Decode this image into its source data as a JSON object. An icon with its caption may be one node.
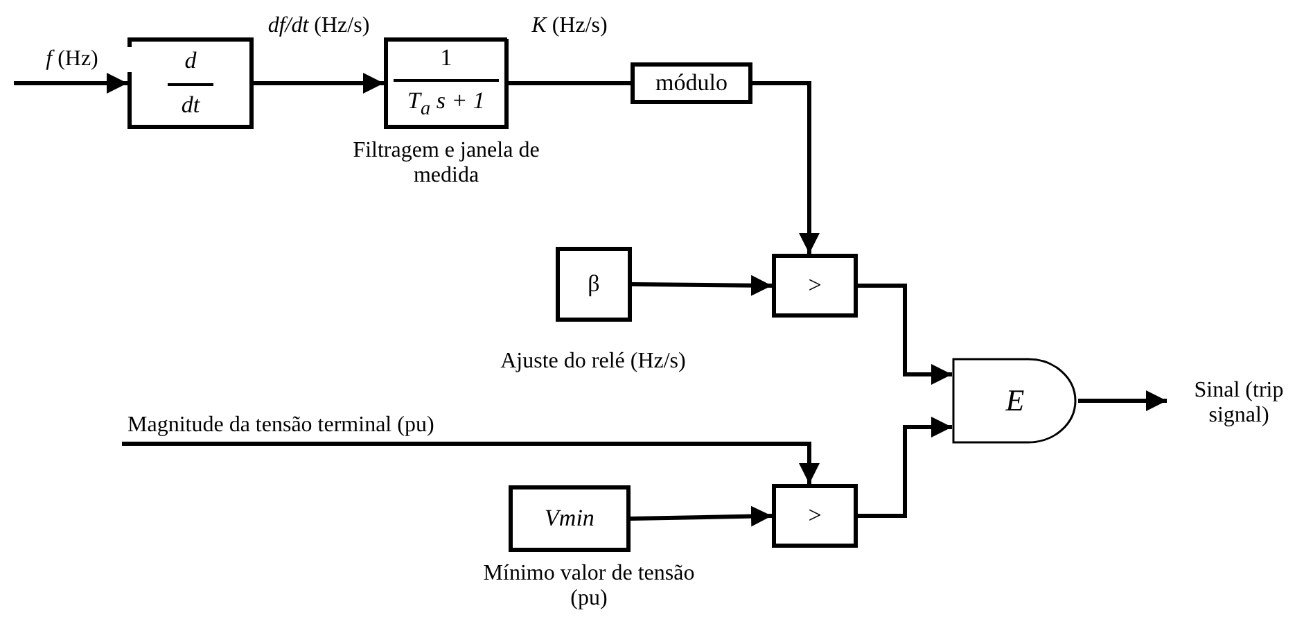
{
  "diagram": {
    "nodes": [
      {
        "text": [
          "d",
          "dt"
        ]
      },
      {
        "text": [
          "1",
          "T$_{a}$ s + 1"
        ],
        "beside": [
          "Filtragem e janela de medida"
        ]
      },
      {
        "text": [
          "módulo"
        ]
      },
      {
        "text": [
          "β"
        ],
        "beside": [
          "Ajuste do relé (Hz/s)"
        ]
      },
      {
        "text": [
          ">"
        ]
      },
      {
        "text": [
          "Vmin"
        ],
        "beside": [
          "Mínimo valor de tensão (pu)"
        ]
      },
      {
        "text": [
          ">"
        ]
      },
      {
        "text": [
          "E"
        ]
      },
      {
        "text": [
          "Sinal (trip signal)"
        ]
      }
    ],
    "edges": [
      {
        "from": null,
        "to": 0,
        "arrow": "to",
        "label": "*f* (Hz)"
      },
      {
        "from": 0,
        "to": 1,
        "arrow": "to",
        "label": "*df/dt* (Hz/s)"
      },
      {
        "from": 1,
        "to": 2,
        "arrow": "none",
        "label": "*K* (Hz/s)"
      },
      {
        "from": 2,
        "to": 4,
        "arrow": "to"
      },
      {
        "from": 3,
        "to": 4,
        "arrow": "to"
      },
      {
        "from": null,
        "to": 6,
        "arrow": "to",
        "label": "Magnitude da tensão terminal (pu)"
      },
      {
        "from": 5,
        "to": 6,
        "arrow": "to"
      },
      {
        "from": 4,
        "to": 7,
        "arrow": "to"
      },
      {
        "from": 6,
        "to": 7,
        "arrow": "to"
      },
      {
        "from": 7,
        "to": 8,
        "arrow": "to"
      }
    ]
  }
}
